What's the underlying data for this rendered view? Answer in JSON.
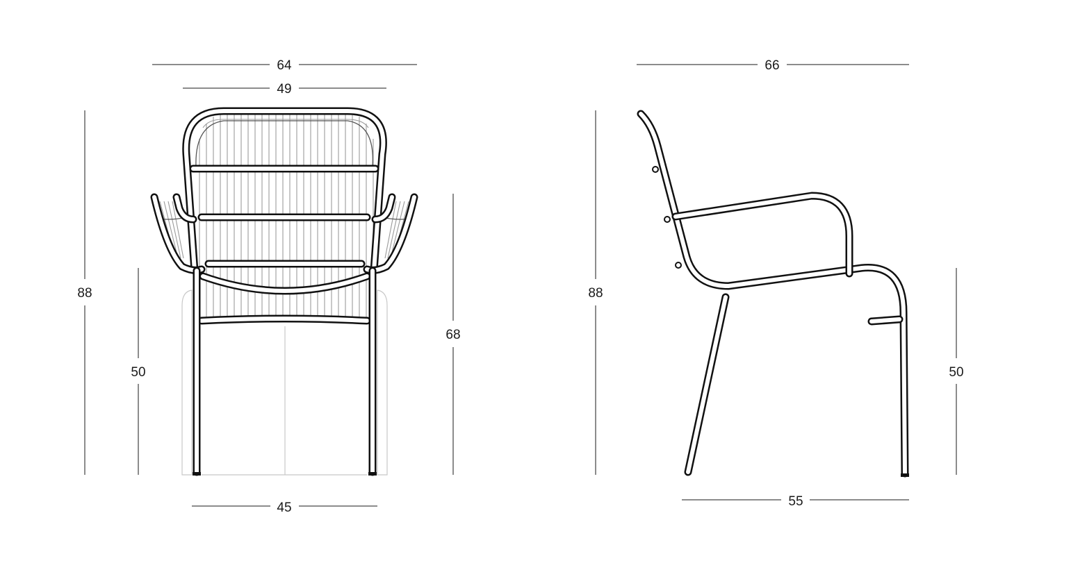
{
  "front_view": {
    "dimensions": {
      "overall_width": "64",
      "backrest_width": "49",
      "seat_width": "45",
      "overall_height": "88",
      "seat_height": "50",
      "armrest_height": "68"
    }
  },
  "side_view": {
    "dimensions": {
      "overall_depth": "66",
      "seat_depth": "55",
      "overall_height": "88",
      "seat_height": "50"
    }
  },
  "colors": {
    "line": "#111111",
    "cord": "#9a9a9a",
    "background": "#ffffff"
  }
}
